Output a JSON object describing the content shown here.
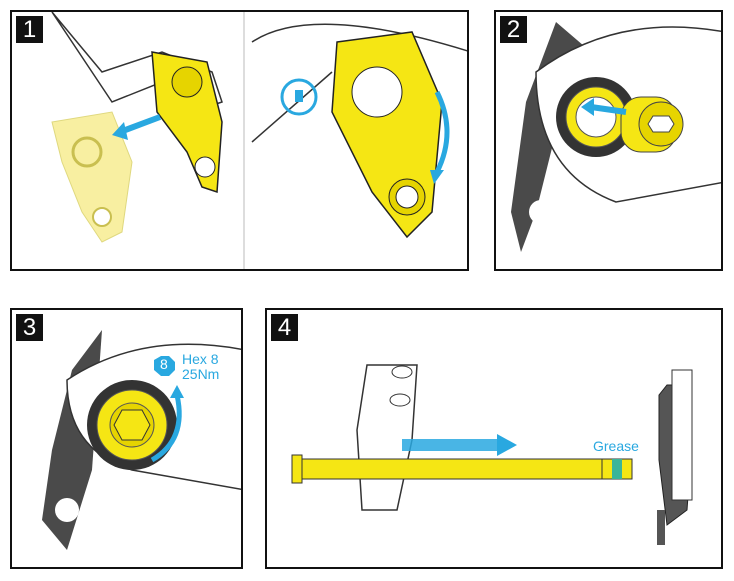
{
  "steps": [
    {
      "number": "1"
    },
    {
      "number": "2"
    },
    {
      "number": "3",
      "hex_badge": "8",
      "hex_label": "Hex 8",
      "torque_label": "25Nm"
    },
    {
      "number": "4",
      "grease_label": "Grease"
    }
  ],
  "colors": {
    "yellow": "#f5e614",
    "blue": "#29a8e0",
    "dark_grey": "#4a4a4a",
    "border": "#111111"
  }
}
